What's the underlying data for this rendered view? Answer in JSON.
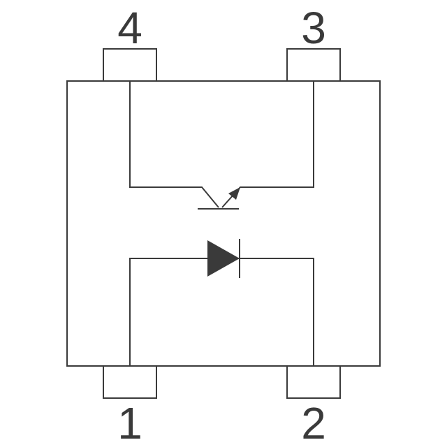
{
  "diagram": {
    "type": "schematic-pinout",
    "description": "4-pin package internal circuit: phototransistor between top pins, diode between bottom pins",
    "colors": {
      "line": "#3a3a3a",
      "fill": "#3a3a3a",
      "background": "#ffffff"
    },
    "pins": {
      "pin1": {
        "label": "1",
        "position": "bottom-left"
      },
      "pin2": {
        "label": "2",
        "position": "bottom-right"
      },
      "pin3": {
        "label": "3",
        "position": "top-right"
      },
      "pin4": {
        "label": "4",
        "position": "top-left"
      }
    },
    "symbols": [
      {
        "name": "phototransistor",
        "connects": "pin4-pin3",
        "style": "npn-emitter-arrow"
      },
      {
        "name": "diode",
        "connects": "pin1-pin2",
        "style": "filled-triangle-with-cathode-bar"
      }
    ]
  }
}
